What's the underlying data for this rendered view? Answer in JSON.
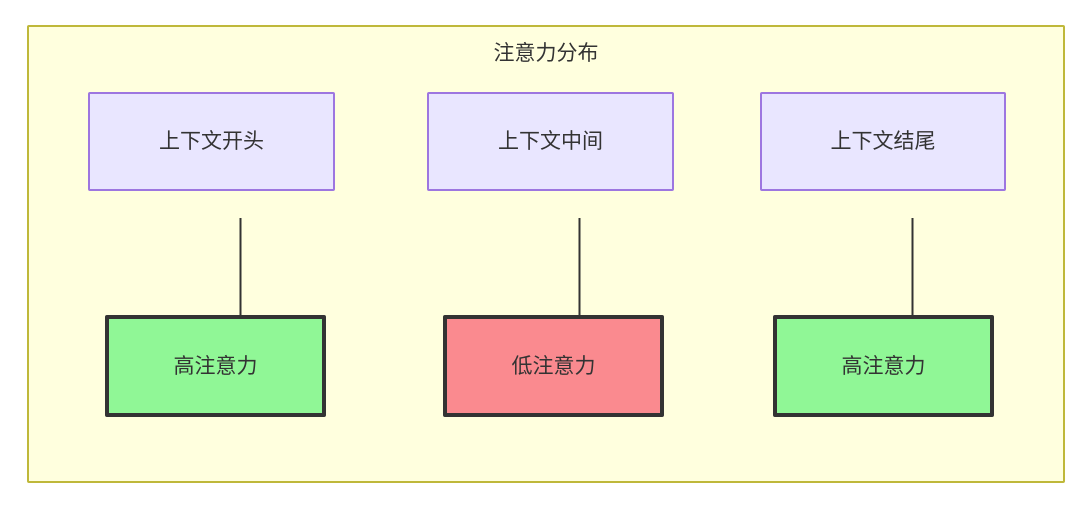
{
  "diagram": {
    "title": "注意力分布",
    "type": "flowchart",
    "container": {
      "fill": "#ffffde",
      "border": "#bfb83a"
    },
    "palette": {
      "context_fill": "#e9e6ff",
      "context_border": "#9d76e0",
      "high_attention_fill": "#90f796",
      "low_attention_fill": "#fa8a8f",
      "attention_border": "#333333",
      "edge": "#333333",
      "text": "#333333"
    },
    "columns": [
      {
        "id": "start",
        "source": {
          "label": "上下文开头",
          "kind": "context"
        },
        "target": {
          "label": "高注意力",
          "kind": "high"
        }
      },
      {
        "id": "middle",
        "source": {
          "label": "上下文中间",
          "kind": "context"
        },
        "target": {
          "label": "低注意力",
          "kind": "low"
        }
      },
      {
        "id": "end",
        "source": {
          "label": "上下文结尾",
          "kind": "context"
        },
        "target": {
          "label": "高注意力",
          "kind": "high"
        }
      }
    ],
    "edges": [
      {
        "from": "上下文开头",
        "to": "高注意力",
        "style": "solid-arrow"
      },
      {
        "from": "上下文中间",
        "to": "低注意力",
        "style": "solid-arrow"
      },
      {
        "from": "上下文结尾",
        "to": "高注意力",
        "style": "solid-arrow"
      }
    ]
  }
}
